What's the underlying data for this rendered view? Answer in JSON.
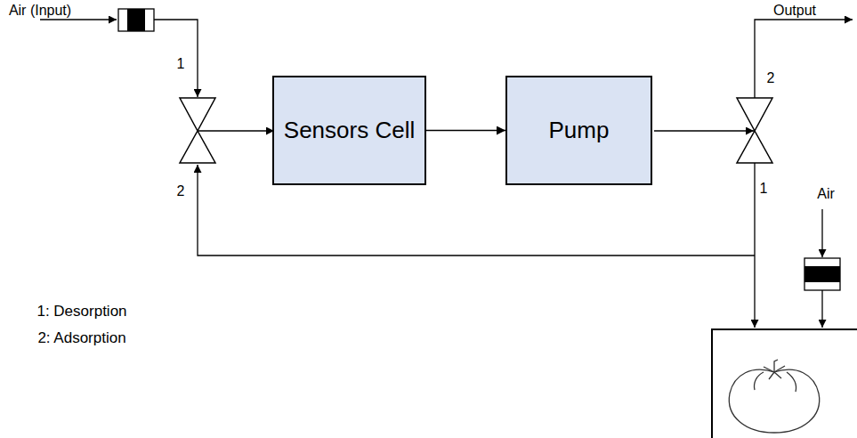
{
  "diagram": {
    "nodes": [
      {
        "text": [
          "Sensors Cell"
        ]
      },
      {
        "text": [
          "Pump"
        ]
      }
    ],
    "edges": [
      {
        "from": 0,
        "to": 1,
        "arrow": "to"
      }
    ],
    "labels": [
      "Air (Input)",
      "Output",
      "1",
      "2",
      "Air",
      "2",
      "1",
      "1: Desorption",
      "2: Adsorption"
    ]
  }
}
